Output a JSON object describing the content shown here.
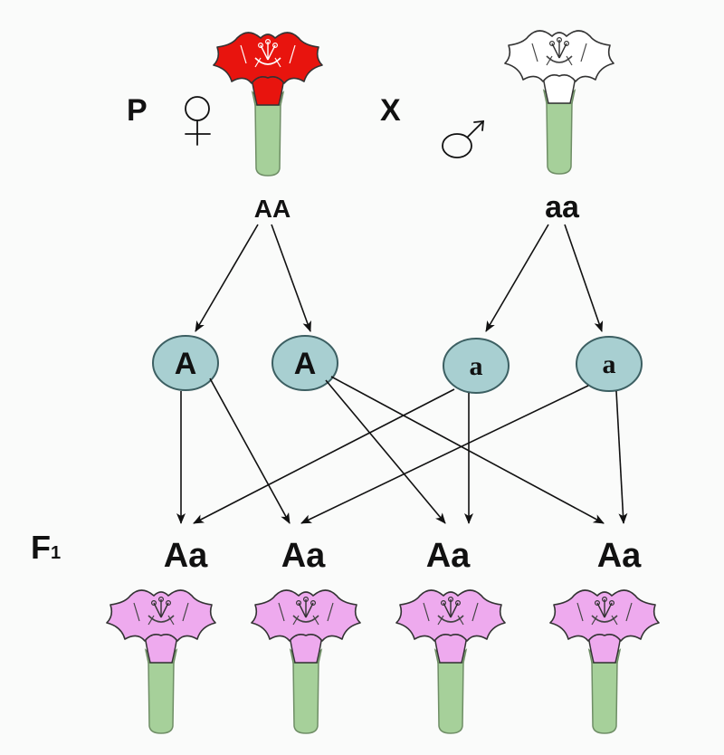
{
  "labels": {
    "parental_generation": "P",
    "cross_symbol": "X",
    "filial_generation": "F",
    "filial_subscript": "1"
  },
  "parents": {
    "female": {
      "genotype": "AA",
      "sex_symbol": "♀",
      "flower_color": "#e8140e"
    },
    "male": {
      "genotype": "aa",
      "sex_symbol": "♂",
      "flower_color": "#ffffff"
    }
  },
  "gametes": [
    {
      "allele": "A",
      "from": "female"
    },
    {
      "allele": "A",
      "from": "female"
    },
    {
      "allele": "a",
      "from": "male"
    },
    {
      "allele": "a",
      "from": "male"
    }
  ],
  "offspring": [
    {
      "genotype": "Aa"
    },
    {
      "genotype": "Aa"
    },
    {
      "genotype": "Aa"
    },
    {
      "genotype": "Aa"
    }
  ],
  "colors": {
    "gamete_fill": "#a8cfd1",
    "gamete_stroke": "#3c5f62",
    "offspring_flower": "#eeaaee",
    "stem": "#a6d09a",
    "stem_stroke": "#6f8e66"
  }
}
